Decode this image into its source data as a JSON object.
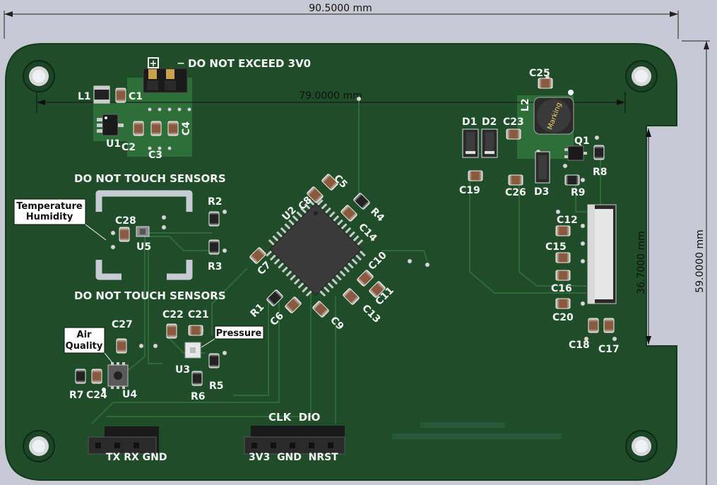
{
  "dimensions": {
    "width_total": "90.5000 mm",
    "height_total": "59.0000 mm",
    "inner_width": "79.0000 mm",
    "inner_height": "36.7000 mm"
  },
  "silkscreen": {
    "warning_voltage": "DO NOT EXCEED 3V0",
    "plus_sign": "+",
    "minus_sign": "−",
    "warning_sensors_top": "DO NOT TOUCH SENSORS",
    "warning_sensors_bottom": "DO NOT TOUCH SENSORS",
    "label_temperature": "Temperature",
    "label_humidity": "Humidity",
    "label_air": "Air",
    "label_quality": "Quality",
    "label_pressure": "Pressure",
    "inductor_marking": "Marking",
    "uart_pins": "TX RX GND",
    "swd_top": "CLK  DIO",
    "swd_bottom": "3V3  GND  NRST"
  },
  "references": {
    "L1": "L1",
    "C1": "C1",
    "U1": "U1",
    "C2": "C2",
    "C3": "C3",
    "C4": "C4",
    "C5": "C5",
    "C8": "C8",
    "U2": "U2",
    "C14": "C14",
    "R4": "R4",
    "C10": "C10",
    "C7": "C7",
    "C11": "C11",
    "C13": "C13",
    "C9": "C9",
    "C6": "C6",
    "R1": "R1",
    "R2": "R2",
    "R3": "R3",
    "C28": "C28",
    "U5": "U5",
    "C22": "C22",
    "C21": "C21",
    "C27": "C27",
    "U3": "U3",
    "R5": "R5",
    "R6": "R6",
    "R7": "R7",
    "C24": "C24",
    "U4": "U4",
    "C25": "C25",
    "L2": "L2",
    "D1": "D1",
    "D2": "D2",
    "C23": "C23",
    "Q1": "Q1",
    "R8": "R8",
    "C19": "C19",
    "C26": "C26",
    "D3": "D3",
    "R9": "R9",
    "C12": "C12",
    "C15": "C15",
    "C16": "C16",
    "C20": "C20",
    "C18": "C18",
    "C17": "C17"
  },
  "colors": {
    "background": "#c8c9d4",
    "board": "#1f4d2a",
    "copper_zone": "#2d6e39",
    "silkscreen": "#f4f4f4",
    "pad_gold": "#c9a14a"
  }
}
